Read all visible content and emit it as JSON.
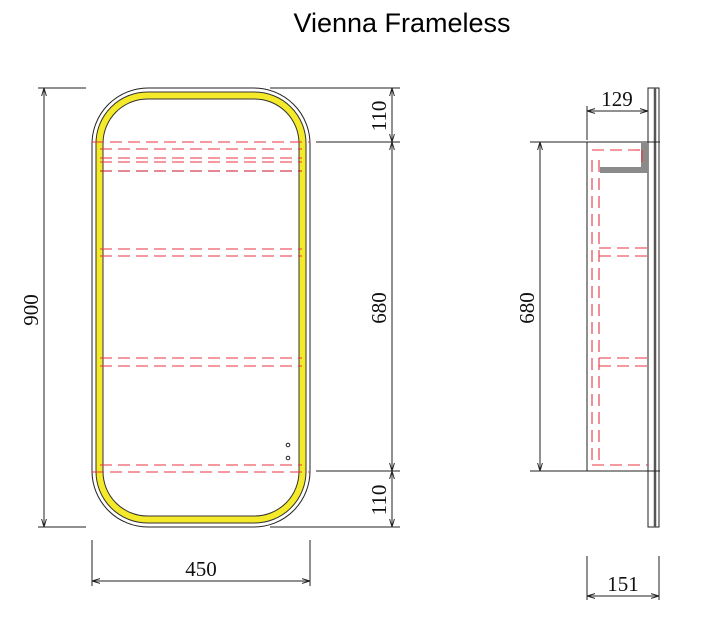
{
  "title": "Vienna Frameless",
  "colors": {
    "led": "#f4ea2a",
    "hidden": "#e8333f",
    "line": "#222222"
  },
  "dimensions": {
    "overall_height": "900",
    "top_offset": "110",
    "cabinet_height_front": "680",
    "bottom_offset": "110",
    "width": "450",
    "cabinet_depth": "129",
    "cabinet_height_side": "680",
    "total_depth": "151"
  }
}
